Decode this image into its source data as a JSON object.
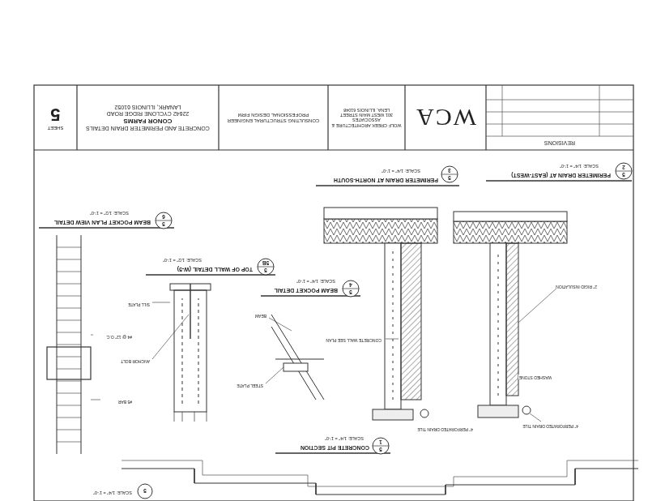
{
  "diagram": {
    "nodes": [
      {
        "text": [
          "SHEET",
          "5"
        ]
      },
      {
        "text": [
          "CONCRETE AND PERIMETER DRAIN DETAILS",
          "CONOR FARMS",
          "22642 CYCLONE RIDGE ROAD",
          "LANARK, ILLINOIS 61052"
        ]
      },
      {
        "text": [
          "CONSULTING STRUCTURAL ENGINEER",
          "PROFESSIONAL DESIGN FIRM"
        ]
      },
      {
        "text": [
          "WOLF CREEK ARCHITECTURE & ASSOCIATES",
          "301 WEST MAIN STREET",
          "LENA, ILLINOIS 61048"
        ]
      },
      {
        "text": [
          "WCA"
        ]
      },
      {
        "text": [
          "REVISIONS"
        ]
      },
      {
        "text": [
          "5",
          "2"
        ]
      },
      {
        "text": [
          "5",
          "3"
        ]
      },
      {
        "text": [
          "5",
          "6"
        ]
      },
      {
        "text": [
          "5",
          "5B"
        ]
      },
      {
        "text": [
          "5",
          "4"
        ]
      },
      {
        "text": [
          "5",
          "1"
        ]
      },
      {
        "text": [
          "5"
        ]
      }
    ],
    "labels": [
      "PERIMETER DRAIN AT (EAST-WEST)",
      "SCALE: 1/4\" = 1'-0\"",
      "PERIMETER DRAIN AT NORTH-SOUTH",
      "SCALE: 1/4\" = 1'-0\"",
      "BEAM POCKET PLAN VIEW DETAIL",
      "SCALE: 1/2\" = 1'-0\"",
      "TOP OF WALL DETAIL (W-5)",
      "SCALE: 1/2\" = 1'-0\"",
      "BEAM POCKET DETAIL",
      "SCALE: 1/4\" = 1'-0\"",
      "CONCRETE PIT SECTION",
      "SCALE: 1/4\" = 1'-0\"",
      "SCALE: 1/4\" = 1'-0\"",
      "4\" PERFORATED DRAIN TILE",
      "4\" PERFORATED DRAIN TILE",
      "CONCRETE WALL SEE PLAN",
      "2\" RIGID INSULATION",
      "WASHED STONE",
      "#4 @ 12\" O.C.",
      "SILL PLATE",
      "ANCHOR BOLT",
      "BEAM",
      "STEEL PLATE",
      "#5 BAR"
    ]
  }
}
